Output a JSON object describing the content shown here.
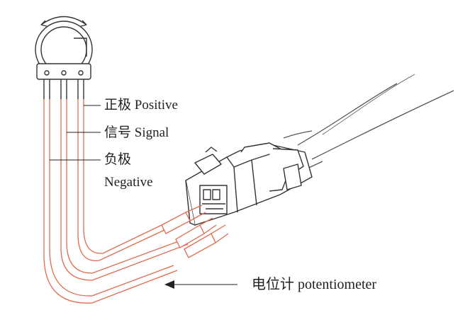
{
  "labels": {
    "positive": "正极 Positive",
    "signal": "信号 Signal",
    "negative_cn": "负极",
    "negative_en": "Negative",
    "potentiometer": "电位计  potentiometer"
  },
  "colors": {
    "wire": "#e06a4e",
    "outline": "#333333",
    "background": "#ffffff"
  }
}
